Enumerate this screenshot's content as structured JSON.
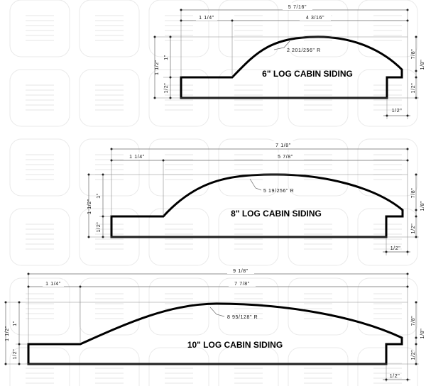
{
  "watermark": {
    "icon": "building-stack-icon"
  },
  "profiles": [
    {
      "title": "6\" LOG CABIN SIDING",
      "overall_width": "5 7/16\"",
      "flat_width": "1 1/4\"",
      "arc_width": "4 3/16\"",
      "radius": "2 201/256\" R",
      "overall_height": "1 1/2\"",
      "upper_height": "1\"",
      "lower_height": "1/2\"",
      "right_top": "7/8\"",
      "right_notch": "1/8\"",
      "right_bottom": "1/2\"",
      "notch_width": "1/2\""
    },
    {
      "title": "8\" LOG CABIN SIDING",
      "overall_width": "7 1/8\"",
      "flat_width": "1 1/4\"",
      "arc_width": "5 7/8\"",
      "radius": "5 19/256\" R",
      "overall_height": "1 1/2\"",
      "upper_height": "1\"",
      "lower_height": "1/2\"",
      "right_top": "7/8\"",
      "right_notch": "1/8\"",
      "right_bottom": "1/2\"",
      "notch_width": "1/2\""
    },
    {
      "title": "10\" LOG CABIN SIDING",
      "overall_width": "9 1/8\"",
      "flat_width": "1 1/4\"",
      "arc_width": "7 7/8\"",
      "radius": "8 95/128\" R",
      "overall_height": "1 1/2\"",
      "upper_height": "1\"",
      "lower_height": "1/2\"",
      "right_top": "7/8\"",
      "right_notch": "1/8\"",
      "right_bottom": "1/2\"",
      "notch_width": "1/2\""
    }
  ]
}
